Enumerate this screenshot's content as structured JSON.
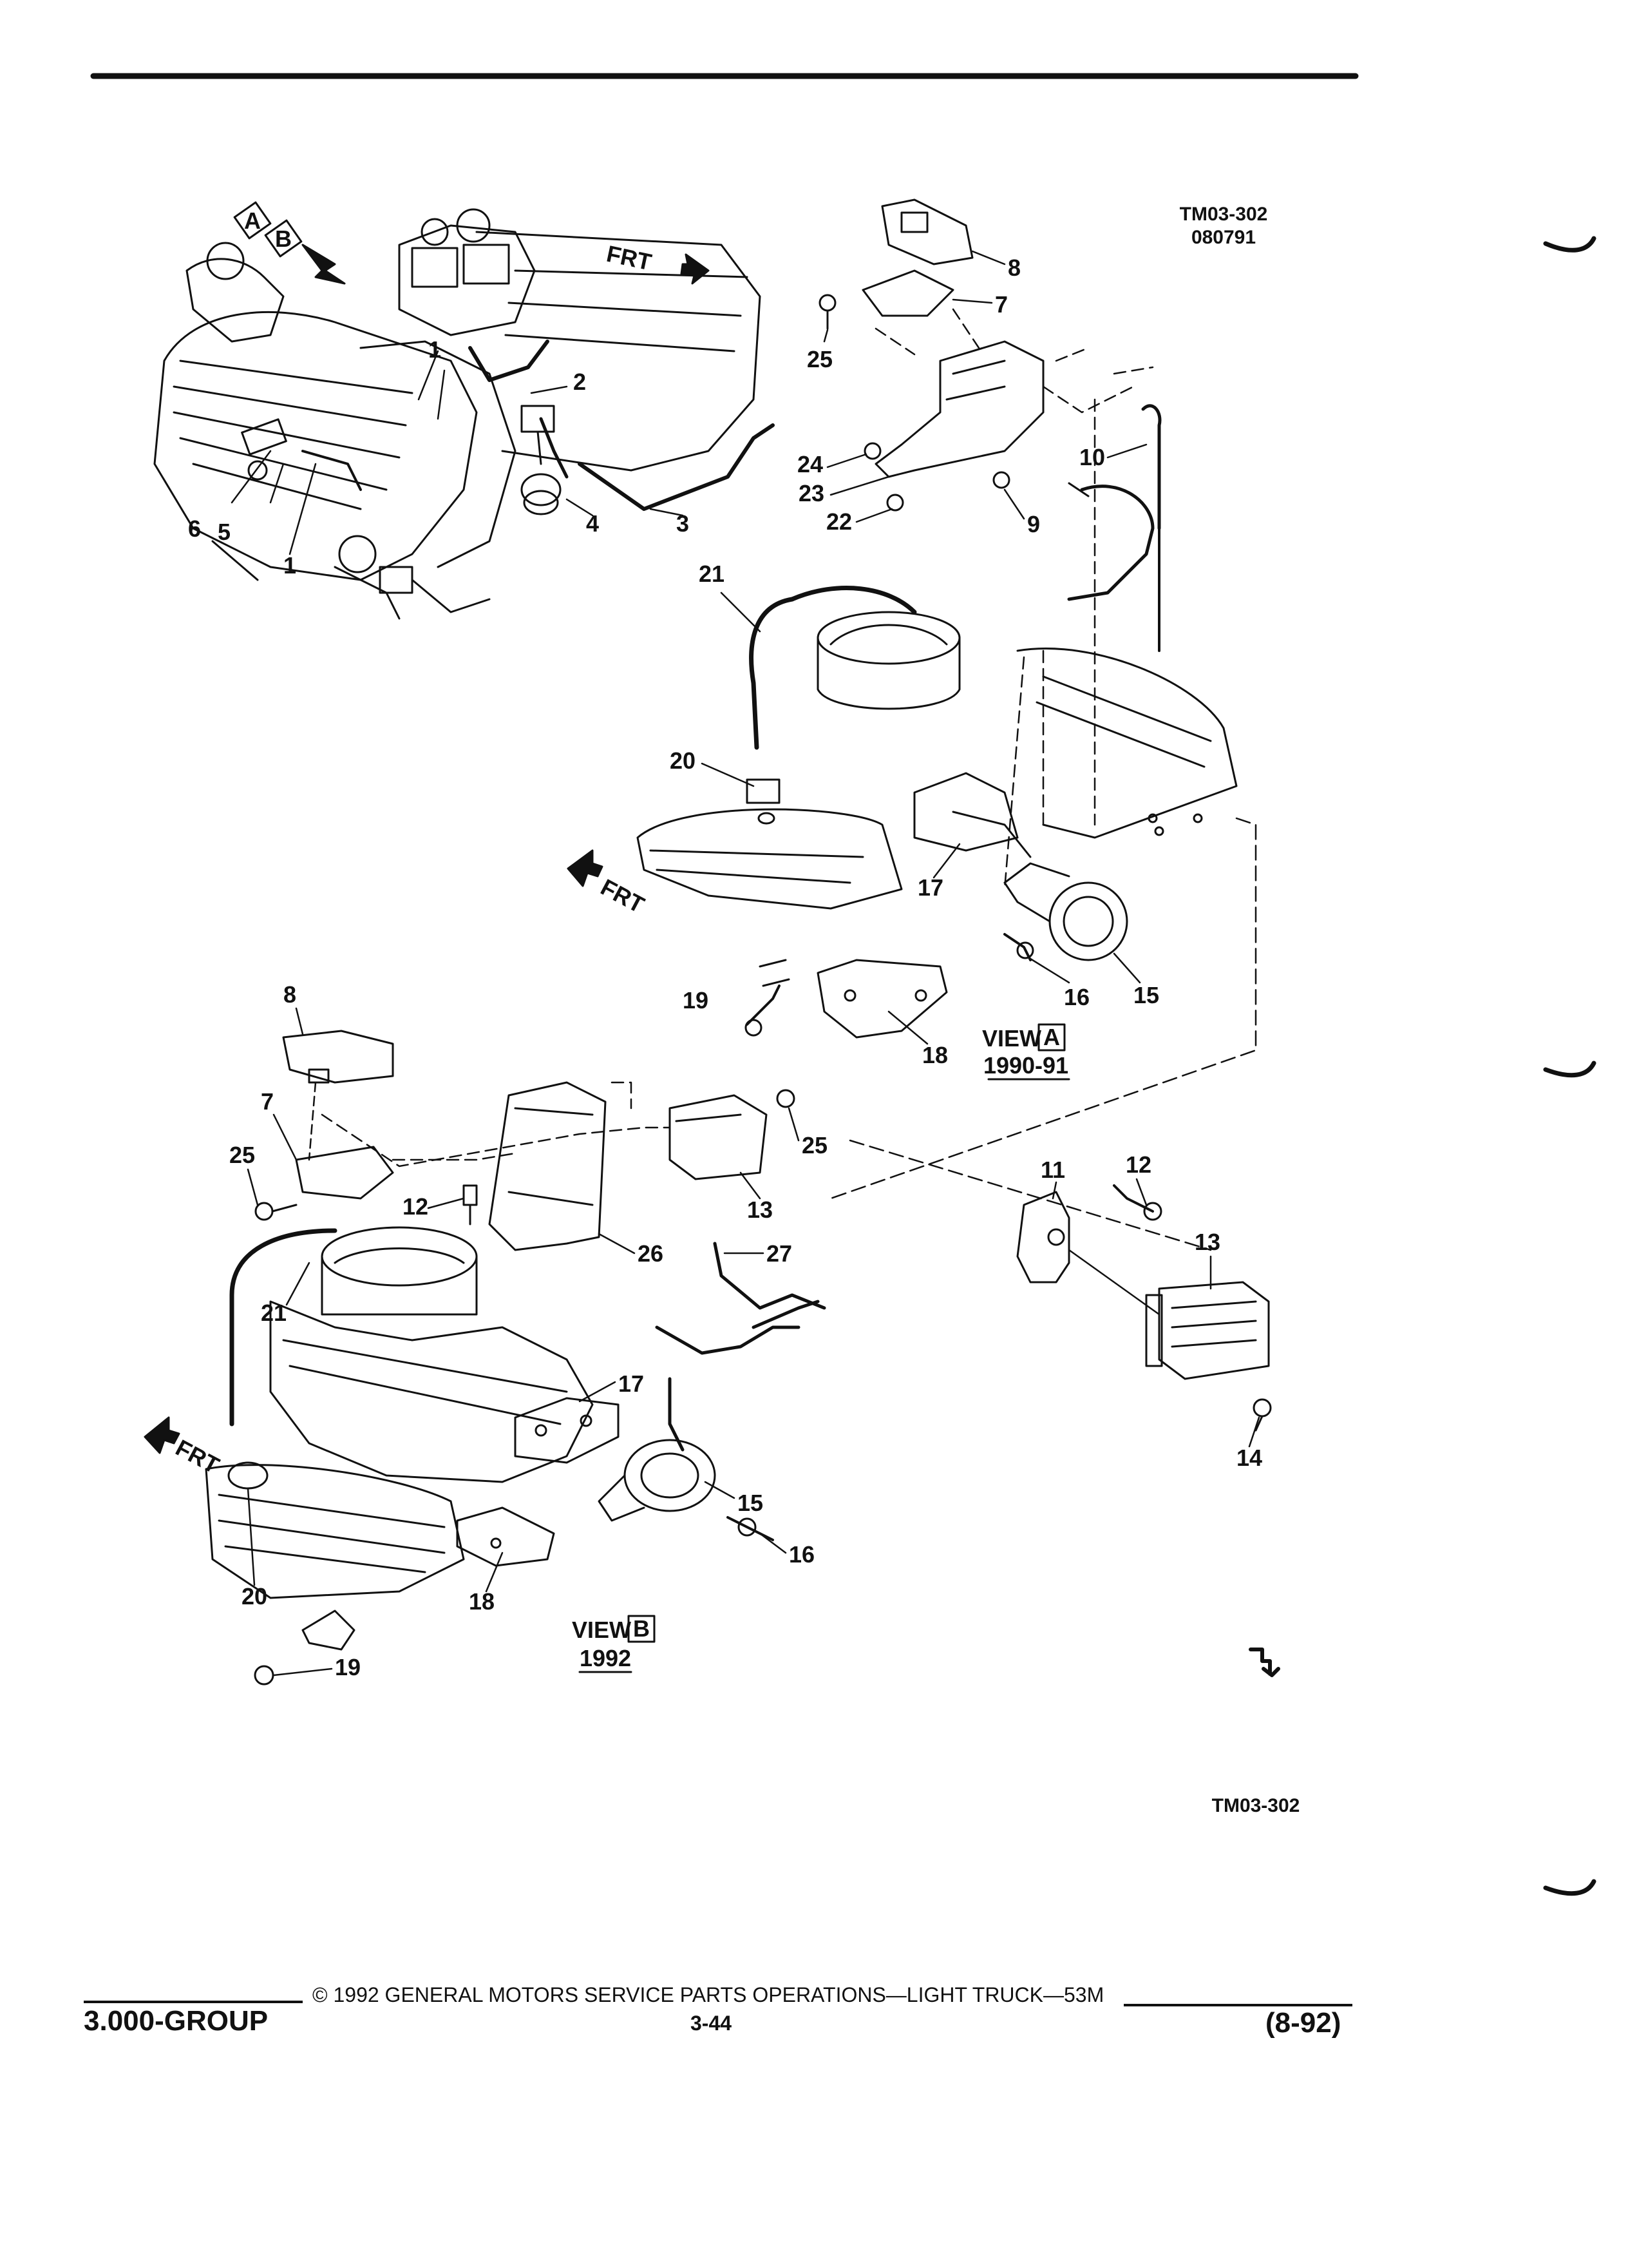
{
  "header": {
    "code": "TM03-302",
    "date_code": "080791"
  },
  "directions": {
    "frt_label": "FRT"
  },
  "view_selector": {
    "a": "A",
    "b": "B"
  },
  "view_a": {
    "prefix": "VIEW",
    "letter": "A",
    "years": "1990-91"
  },
  "view_b": {
    "prefix": "VIEW",
    "letter": "B",
    "years": "1992"
  },
  "callouts": {
    "c1": "1",
    "c2": "2",
    "c3": "3",
    "c4": "4",
    "c5": "5",
    "c6": "6",
    "c7": "7",
    "c8": "8",
    "c9": "9",
    "c10": "10",
    "c11": "11",
    "c12": "12",
    "c13": "13",
    "c14": "14",
    "c15": "15",
    "c16": "16",
    "c17": "17",
    "c18": "18",
    "c19": "19",
    "c20": "20",
    "c21": "21",
    "c22": "22",
    "c23": "23",
    "c24": "24",
    "c25": "25",
    "c26": "26",
    "c27": "27"
  },
  "bottom_code": "TM03-302",
  "footer": {
    "group": "3.000-GROUP",
    "copyright": "© 1992 GENERAL MOTORS SERVICE PARTS OPERATIONS—LIGHT TRUCK—53M",
    "page": "3-44",
    "date": "(8-92)"
  }
}
